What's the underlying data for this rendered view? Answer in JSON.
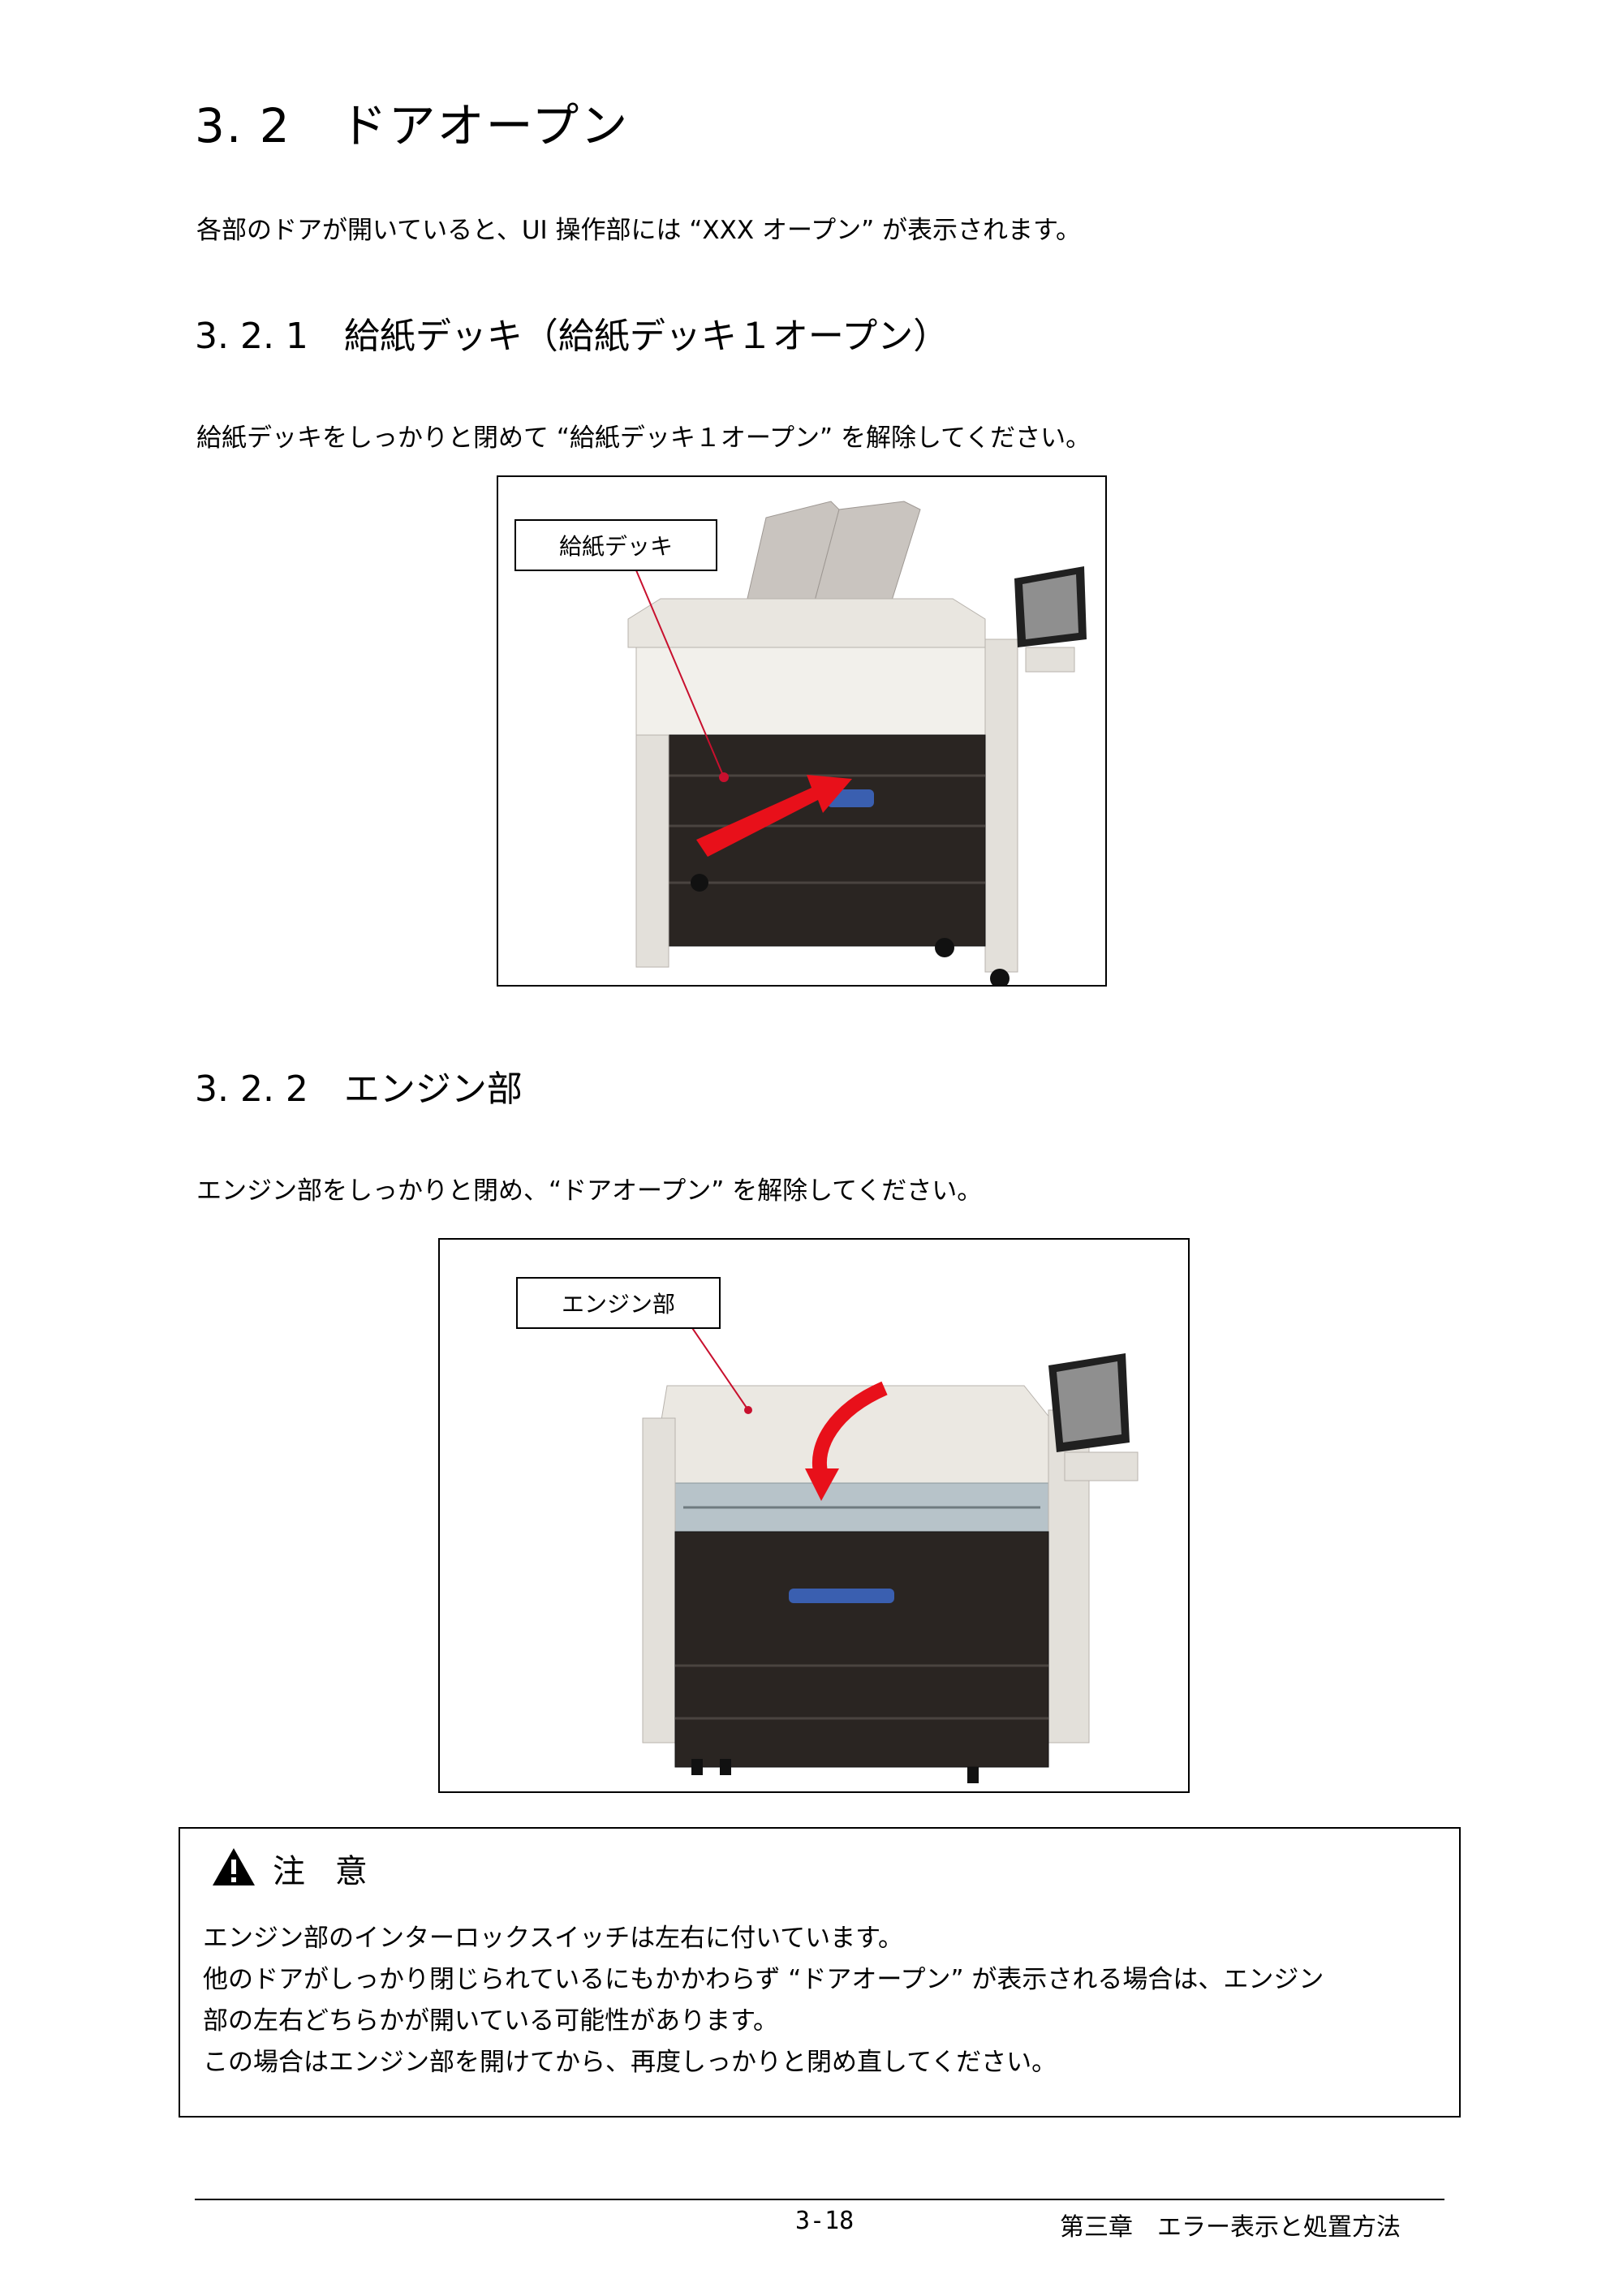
{
  "title": "3. 2　ドアオープン",
  "intro": "各部のドアが開いていると、UI 操作部には “XXX オープン” が表示されます。",
  "sections": [
    {
      "heading": "3. 2. 1　給紙デッキ（給紙デッキ１オープン）",
      "text": "給紙デッキをしっかりと閉めて “給紙デッキ１オープン” を解除してください。",
      "callout": "給紙デッキ"
    },
    {
      "heading": "3. 2. 2　エンジン部",
      "text": "エンジン部をしっかりと閉め、“ドアオープン” を解除してください。",
      "callout": "エンジン部"
    }
  ],
  "caution": {
    "title": "注 意",
    "icon": "warning-triangle-icon",
    "lines": [
      "エンジン部のインターロックスイッチは左右に付いています。",
      "他のドアがしっかり閉じられているにもかかわらず “ドアオープン” が表示される場合は、エンジン",
      "部の左右どちらかが開いている可能性があります。",
      "この場合はエンジン部を開けてから、再度しっかりと閉め直してください。"
    ]
  },
  "footer": {
    "page": "3-18",
    "chapter": "第三章　エラー表示と処置方法"
  },
  "colors": {
    "arrow": "#e8101a",
    "drawer": "#2a2522",
    "body": "#f2f0eb",
    "tray": "#c9c4bf",
    "screen": "#8f8f8f"
  }
}
